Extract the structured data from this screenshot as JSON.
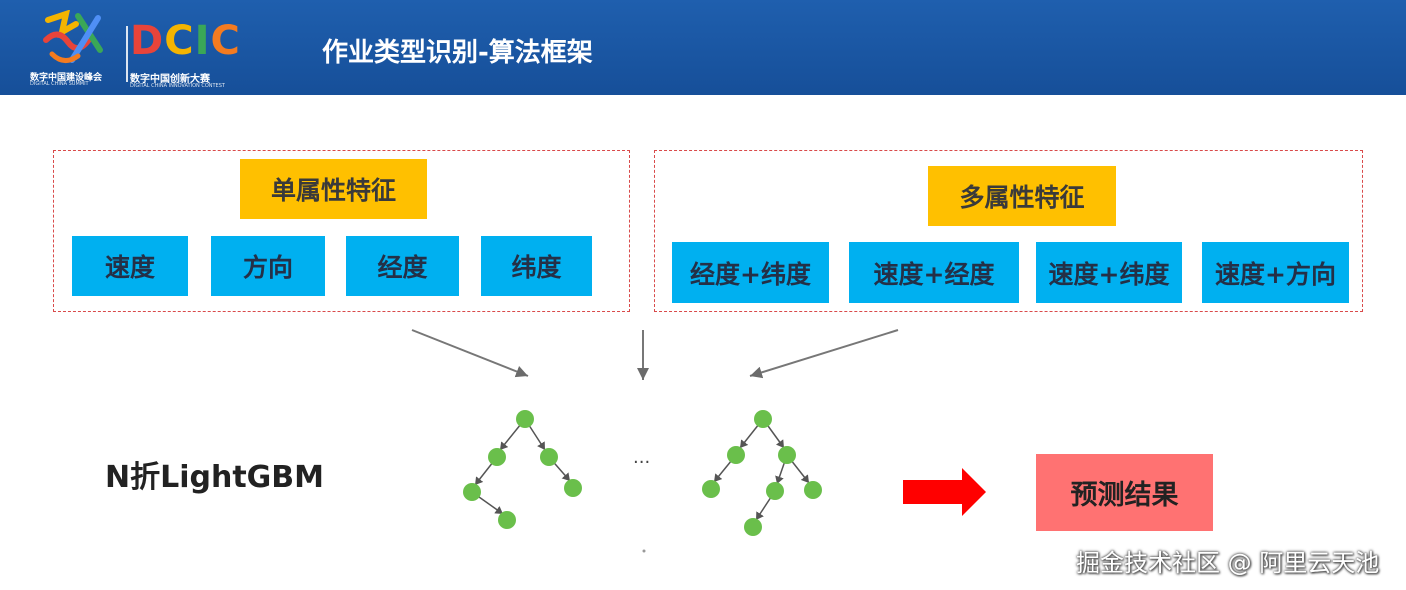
{
  "header": {
    "title": "作业类型识别-算法框架",
    "logo": {
      "summit_text": "数字中国建设峰会",
      "summit_text_en": "DIGITAL CHINA SUMMIT",
      "dcic_letters": [
        "D",
        "C",
        "I",
        "C"
      ],
      "dcic_colors": [
        "#e8443a",
        "#f4b400",
        "#3aa757",
        "#f47b20"
      ],
      "contest_text": "数字中国创新大赛",
      "contest_text_en": "DIGITAL CHINA INNOVATION CONTEST"
    },
    "background_color": "#1a57a3"
  },
  "single_attr": {
    "title": "单属性特征",
    "items": [
      "速度",
      "方向",
      "经度",
      "纬度"
    ]
  },
  "multi_attr": {
    "title": "多属性特征",
    "items": [
      "经度+纬度",
      "速度+经度",
      "速度+纬度",
      "速度+方向"
    ]
  },
  "model": {
    "label": "N折LightGBM",
    "ellipsis": "···",
    "tree_node_color": "#6abf4b"
  },
  "output": {
    "label": "预测结果",
    "arrow_color": "#ff0000",
    "box_color": "#ff7272"
  },
  "colors": {
    "feature_title": "#ffc000",
    "feature_item": "#00b0f0",
    "dashed_border": "#d94a4a"
  },
  "watermark": "掘金技术社区 @ 阿里云天池"
}
